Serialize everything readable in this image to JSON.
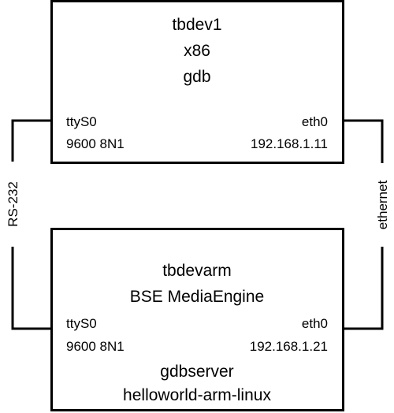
{
  "host": {
    "name": "tbdev1",
    "arch": "x86",
    "program": "gdb",
    "serial_port": "ttyS0",
    "serial_settings": "9600 8N1",
    "net_iface": "eth0",
    "ip": "192.168.1.11"
  },
  "target": {
    "name": "tbdevarm",
    "board": "BSE MediaEngine",
    "serial_port": "ttyS0",
    "serial_settings": "9600 8N1",
    "net_iface": "eth0",
    "ip": "192.168.1.21",
    "program": "gdbserver",
    "app": "helloworld-arm-linux"
  },
  "links": {
    "serial_label": "RS-232",
    "net_label": "ethernet"
  },
  "colors": {
    "line": "#000000",
    "background": "#ffffff"
  }
}
